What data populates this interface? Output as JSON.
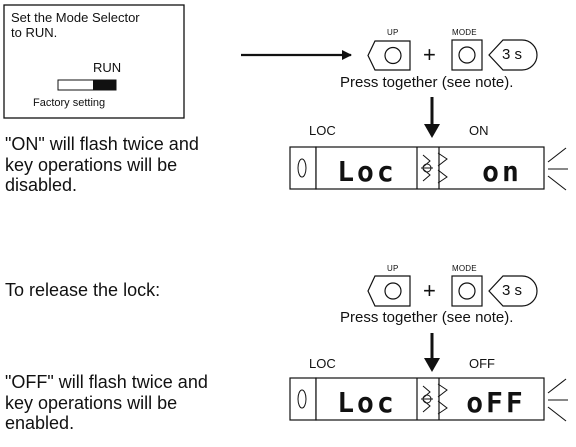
{
  "mode_box": {
    "instruction": "Set the Mode Selector\nto RUN.",
    "switch_label": "RUN",
    "factory_label": "Factory setting"
  },
  "key_combo": {
    "up_key_label": "UP",
    "mode_key_label": "MODE",
    "plus_sign": "+",
    "hold_time": "3 s",
    "press_note": "Press together (see note)."
  },
  "lock_section": {
    "left_label": "LOC",
    "right_label": "ON",
    "left_display": "Loc",
    "right_display": "on",
    "description": "\"ON\" will flash twice and\nkey operations will be\ndisabled."
  },
  "release_section": {
    "title": "To release the lock:"
  },
  "unlock_section": {
    "left_label": "LOC",
    "right_label": "OFF",
    "left_display": "Loc",
    "right_display": "oFF",
    "description": "\"OFF\" will flash twice and\nkey operations will be\nenabled."
  }
}
